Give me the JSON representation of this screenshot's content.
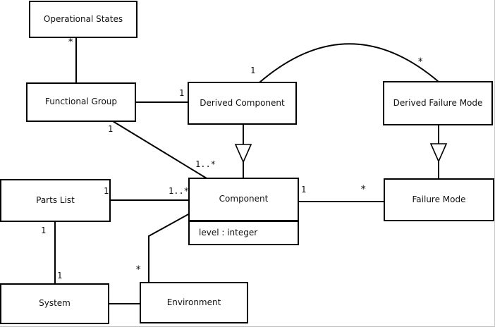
{
  "diagram": {
    "type": "uml-class-diagram",
    "colors": {
      "line": "#000000",
      "box_fill": "#ffffff",
      "background": "#ffffff"
    },
    "classes": {
      "operational_states": {
        "label": "Operational States"
      },
      "functional_group": {
        "label": "Functional Group"
      },
      "derived_component": {
        "label": "Derived Component"
      },
      "derived_failure_mode": {
        "label": "Derived Failure Mode"
      },
      "parts_list": {
        "label": "Parts List"
      },
      "component": {
        "label": "Component",
        "attribute": "level : integer"
      },
      "failure_mode": {
        "label": "Failure Mode"
      },
      "system": {
        "label": "System"
      },
      "environment": {
        "label": "Environment"
      }
    },
    "multiplicities": {
      "os_fg_star": "*",
      "fg_dc_one": "1",
      "fg_comp_one": "1",
      "fg_comp_many": "1..*",
      "dc_arc_one": "1",
      "dfm_arc_star": "*",
      "pl_comp_one": "1",
      "pl_comp_many": "1..*",
      "comp_fm_one": "1",
      "comp_fm_star": "*",
      "pl_sys_one_top": "1",
      "pl_sys_one_bottom": "1",
      "env_comp_star": "*"
    }
  }
}
